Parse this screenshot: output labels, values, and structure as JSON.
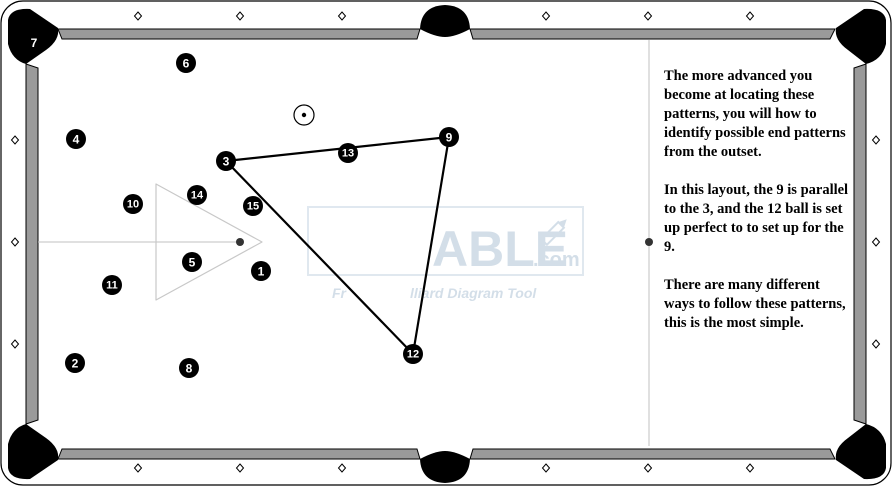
{
  "watermark": {
    "brand_left": "",
    "brand_right": "ABLE",
    "brand_suffix": ".com",
    "tagline_left": "Fr",
    "tagline_right": "lliard Diagram Tool"
  },
  "pocket_label": "7",
  "notes": [
    "The more advanced you become at locating these patterns, you will how to identify possible end patterns from the outset.",
    "In this layout, the 9 is parallel to the 3, and the 12 ball is set up perfect to to set up for the 9.",
    "There are many different ways to follow these patterns, this is the most simple."
  ],
  "balls": [
    {
      "label": "6"
    },
    {
      "label": "4"
    },
    {
      "label": "3"
    },
    {
      "label": "13"
    },
    {
      "label": "9"
    },
    {
      "label": "14"
    },
    {
      "label": "10"
    },
    {
      "label": "15"
    },
    {
      "label": "5"
    },
    {
      "label": "1"
    },
    {
      "label": "11"
    },
    {
      "label": "2"
    },
    {
      "label": "8"
    },
    {
      "label": "12"
    }
  ],
  "path_sequence": [
    "3",
    "9",
    "12",
    "3"
  ],
  "colors": {
    "rail": "#9a9a9a",
    "pocket": "#000000",
    "ball": "#000000",
    "ball_text": "#ffffff",
    "shot_line": "#000000",
    "guide_line": "#c0c0c0"
  }
}
